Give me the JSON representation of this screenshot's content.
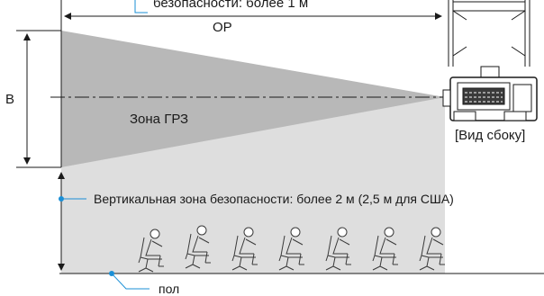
{
  "labels": {
    "top_safety": "безопасности: более 1 м",
    "distance": "OP",
    "height": "B",
    "zone": "Зона ГРЗ",
    "side_view": "[Вид сбоку]",
    "vertical_zone": "Вертикальная зона безопасности: более 2 м (2,5 м для США)",
    "floor": "пол"
  },
  "icons": {
    "projector": "projector-side-view-icon",
    "audience": "seated-person-icon"
  },
  "colors": {
    "accent": "#1a8fd6",
    "beam": "#b8b8b8",
    "safety_area": "#dedede",
    "line": "#1a1a1a"
  },
  "audience_count": 7
}
